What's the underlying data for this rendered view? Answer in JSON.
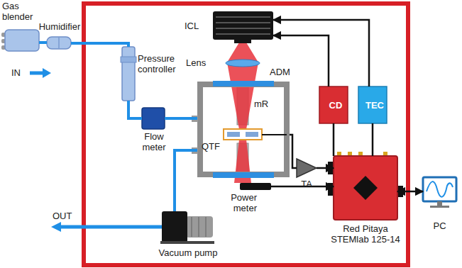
{
  "diagram": {
    "nodes": [
      {
        "text": [
          "Gas blender"
        ]
      },
      {
        "text": [
          "Humidifier"
        ]
      },
      {
        "text": [
          "Pressure controller"
        ]
      },
      {
        "text": [
          "Flow meter"
        ]
      },
      {
        "text": [
          "ADM"
        ]
      },
      {
        "text": [
          "ICL"
        ]
      },
      {
        "text": [
          "CD"
        ]
      },
      {
        "text": [
          "TEC"
        ]
      },
      {
        "text": [
          "TA"
        ]
      },
      {
        "text": [
          "Power meter"
        ]
      },
      {
        "text": [
          "Red Pitaya STEMlab 125-14"
        ]
      },
      {
        "text": [
          "PC"
        ]
      },
      {
        "text": [
          "Vacuum pump"
        ]
      }
    ],
    "edges": [
      {
        "from": 0,
        "to": 1,
        "arrow": "none"
      },
      {
        "from": 1,
        "to": 2,
        "arrow": "none"
      },
      {
        "from": 2,
        "to": 3,
        "arrow": "none"
      },
      {
        "from": 3,
        "to": 4,
        "arrow": "none"
      },
      {
        "from": 4,
        "to": 12,
        "arrow": "none"
      },
      {
        "from": 6,
        "to": 5,
        "arrow": "to"
      },
      {
        "from": 7,
        "to": 5,
        "arrow": "to"
      },
      {
        "from": 10,
        "to": 6,
        "arrow": "none"
      },
      {
        "from": 10,
        "to": 7,
        "arrow": "none"
      },
      {
        "from": 4,
        "to": 8,
        "arrow": "none"
      },
      {
        "from": 8,
        "to": 10,
        "arrow": "to"
      },
      {
        "from": 9,
        "to": 10,
        "arrow": "to"
      },
      {
        "from": 10,
        "to": 11,
        "arrow": "both"
      }
    ],
    "labels": [
      "IN",
      "Lens",
      "mR",
      "QTF",
      "OUT"
    ]
  }
}
